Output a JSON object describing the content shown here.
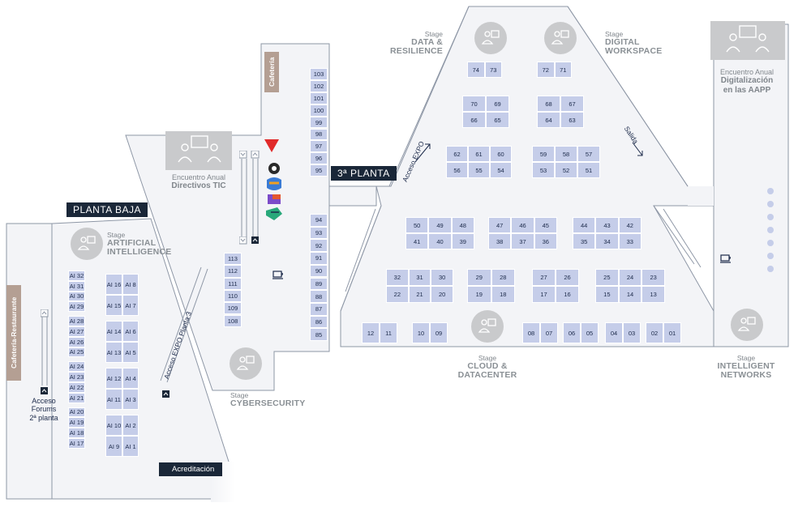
{
  "floors": {
    "ground": "PLANTA BAJA",
    "third": "3ª PLANTA"
  },
  "acreditacion": "Acreditación",
  "cafeterias": {
    "left": "Cafetería-Restaurante",
    "center": "Cafetería"
  },
  "stages": {
    "ai": {
      "kicker": "Stage",
      "line1": "ARTIFICIAL",
      "line2": "INTELLIGENCE"
    },
    "cyber": {
      "kicker": "Stage",
      "line1": "CYBERSECURITY",
      "line2": ""
    },
    "data": {
      "kicker": "Stage",
      "line1": "DATA &",
      "line2": "RESILIENCE"
    },
    "digital": {
      "kicker": "Stage",
      "line1": "DIGITAL",
      "line2": "WORKSPACE"
    },
    "cloud": {
      "kicker": "Stage",
      "line1": "CLOUD &",
      "line2": "DATACENTER"
    },
    "intel": {
      "kicker": "Stage",
      "line1": "INTELLIGENT",
      "line2": "NETWORKS"
    }
  },
  "encuentros": {
    "tic": {
      "kicker": "Encuentro Anual",
      "title": "Directivos TIC"
    },
    "aapp": {
      "kicker": "Encuentro Anual",
      "line1": "Digitalización",
      "line2": "en las AAPP"
    }
  },
  "paths": {
    "expo3": "Acceso EXPO Planta 3",
    "expo": "Acceso EXPO",
    "salida": "Salida",
    "forums": {
      "line1": "Acceso",
      "line2": "Forums",
      "line3": "2ª planta"
    }
  },
  "booths": {
    "ai_left": [
      "AI 32",
      "AI 31",
      "AI 30",
      "AI 29",
      "AI 28",
      "AI 27",
      "AI 26",
      "AI 25",
      "AI 24",
      "AI 23",
      "AI 22",
      "AI 21",
      "AI 20",
      "AI 19",
      "AI 18",
      "AI 17"
    ],
    "ai_mid_a": [
      "AI 16",
      "AI 15",
      "AI 14",
      "AI 13",
      "AI 12",
      "AI 11",
      "AI 10",
      "AI 9"
    ],
    "ai_mid_b": [
      "AI 8",
      "AI 7",
      "AI 6",
      "AI 5",
      "AI 4",
      "AI 3",
      "AI 2",
      "AI 1"
    ],
    "col_103": [
      "103",
      "102",
      "101",
      "100",
      "99",
      "98",
      "97",
      "96",
      "95"
    ],
    "col_113": [
      "113",
      "112",
      "111",
      "110",
      "109",
      "108"
    ],
    "col_94": [
      "94",
      "93",
      "92",
      "91",
      "90",
      "89",
      "88",
      "87",
      "86",
      "85"
    ],
    "main": [
      {
        "rows": [
          [
            "74",
            "73"
          ]
        ]
      },
      {
        "rows": [
          [
            "72",
            "71"
          ]
        ]
      },
      {
        "rows": [
          [
            "70",
            "69"
          ],
          [
            "66",
            "65"
          ]
        ]
      },
      {
        "rows": [
          [
            "68",
            "67"
          ],
          [
            "64",
            "63"
          ]
        ]
      },
      {
        "rows": [
          [
            "62",
            "61",
            "60"
          ],
          [
            "56",
            "55",
            "54"
          ]
        ]
      },
      {
        "rows": [
          [
            "59",
            "58",
            "57"
          ],
          [
            "53",
            "52",
            "51"
          ]
        ]
      },
      {
        "rows": [
          [
            "50",
            "49",
            "48"
          ],
          [
            "41",
            "40",
            "39"
          ]
        ]
      },
      {
        "rows": [
          [
            "47",
            "46",
            "45"
          ],
          [
            "38",
            "37",
            "36"
          ]
        ]
      },
      {
        "rows": [
          [
            "44",
            "43",
            "42"
          ],
          [
            "35",
            "34",
            "33"
          ]
        ]
      },
      {
        "rows": [
          [
            "32",
            "31",
            "30"
          ],
          [
            "22",
            "21",
            "20"
          ]
        ]
      },
      {
        "rows": [
          [
            "29",
            "28"
          ],
          [
            "19",
            "18"
          ]
        ]
      },
      {
        "rows": [
          [
            "27",
            "26"
          ],
          [
            "17",
            "16"
          ]
        ]
      },
      {
        "rows": [
          [
            "25",
            "24",
            "23"
          ],
          [
            "15",
            "14",
            "13"
          ]
        ]
      },
      {
        "rows": [
          [
            "12",
            "11"
          ]
        ]
      },
      {
        "rows": [
          [
            "10",
            "09"
          ]
        ]
      },
      {
        "rows": [
          [
            "08",
            "07"
          ]
        ]
      },
      {
        "rows": [
          [
            "06",
            "05"
          ]
        ]
      },
      {
        "rows": [
          [
            "04",
            "03"
          ]
        ]
      },
      {
        "rows": [
          [
            "02",
            "01"
          ]
        ]
      }
    ]
  }
}
